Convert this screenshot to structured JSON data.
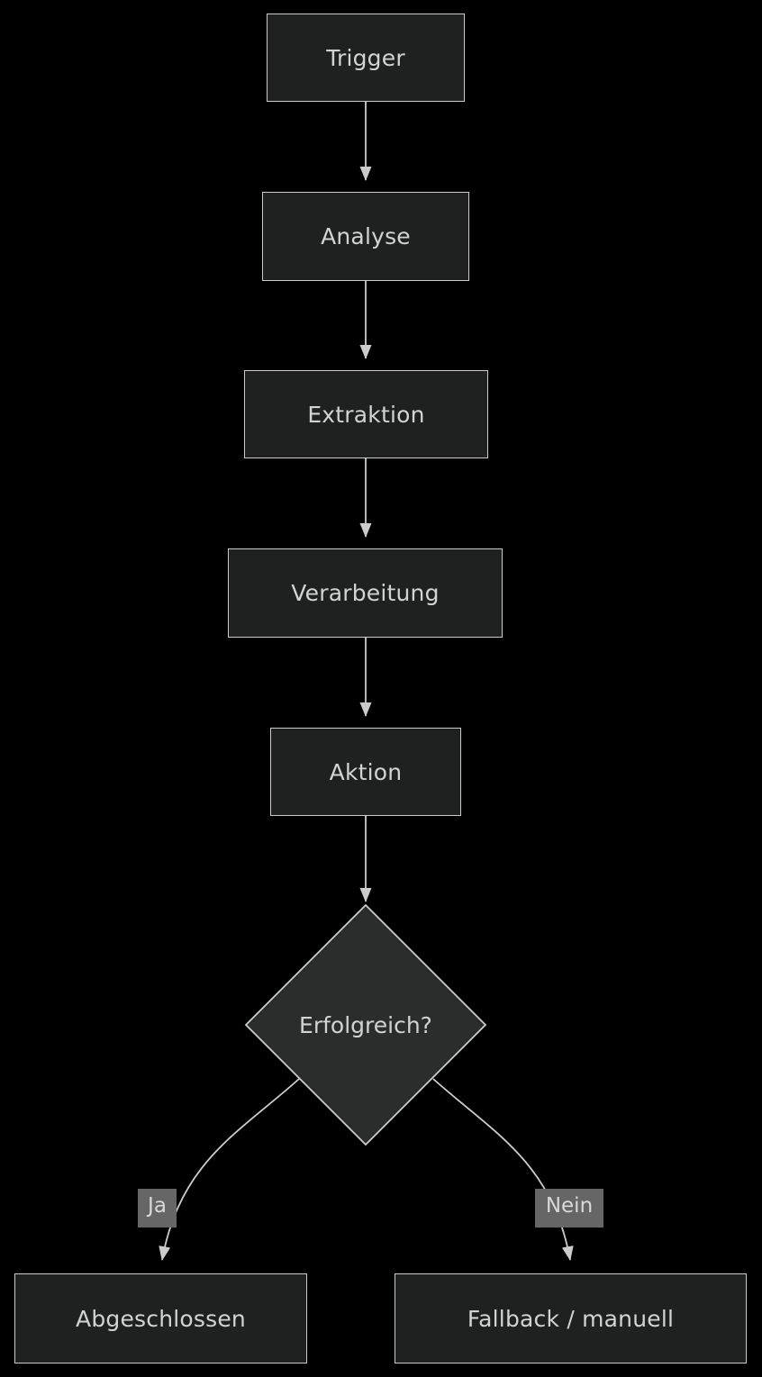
{
  "diagram": {
    "type": "flowchart",
    "direction": "top-to-bottom",
    "background_color": "#000000",
    "node_fill_color": "#1f2020",
    "node_border_color": "#cccccc",
    "node_text_color": "#d3d3d3",
    "edge_color": "#cccccc",
    "edge_label_bg_color": "#666666",
    "edge_label_text_color": "#d9d9d9",
    "nodes": [
      {
        "id": "trigger",
        "label": "Trigger",
        "shape": "rectangle"
      },
      {
        "id": "analyse",
        "label": "Analyse",
        "shape": "rectangle"
      },
      {
        "id": "extraktion",
        "label": "Extraktion",
        "shape": "rectangle"
      },
      {
        "id": "verarbeitung",
        "label": "Verarbeitung",
        "shape": "rectangle"
      },
      {
        "id": "aktion",
        "label": "Aktion",
        "shape": "rectangle"
      },
      {
        "id": "erfolgreich",
        "label": "Erfolgreich?",
        "shape": "diamond"
      },
      {
        "id": "abgeschlossen",
        "label": "Abgeschlossen",
        "shape": "rectangle"
      },
      {
        "id": "fallback",
        "label": "Fallback / manuell",
        "shape": "rectangle"
      }
    ],
    "edges": [
      {
        "from": "trigger",
        "to": "analyse",
        "label": ""
      },
      {
        "from": "analyse",
        "to": "extraktion",
        "label": ""
      },
      {
        "from": "extraktion",
        "to": "verarbeitung",
        "label": ""
      },
      {
        "from": "verarbeitung",
        "to": "aktion",
        "label": ""
      },
      {
        "from": "aktion",
        "to": "erfolgreich",
        "label": ""
      },
      {
        "from": "erfolgreich",
        "to": "abgeschlossen",
        "label": "Ja"
      },
      {
        "from": "erfolgreich",
        "to": "fallback",
        "label": "Nein"
      }
    ],
    "edge_labels": {
      "ja": "Ja",
      "nein": "Nein"
    }
  }
}
